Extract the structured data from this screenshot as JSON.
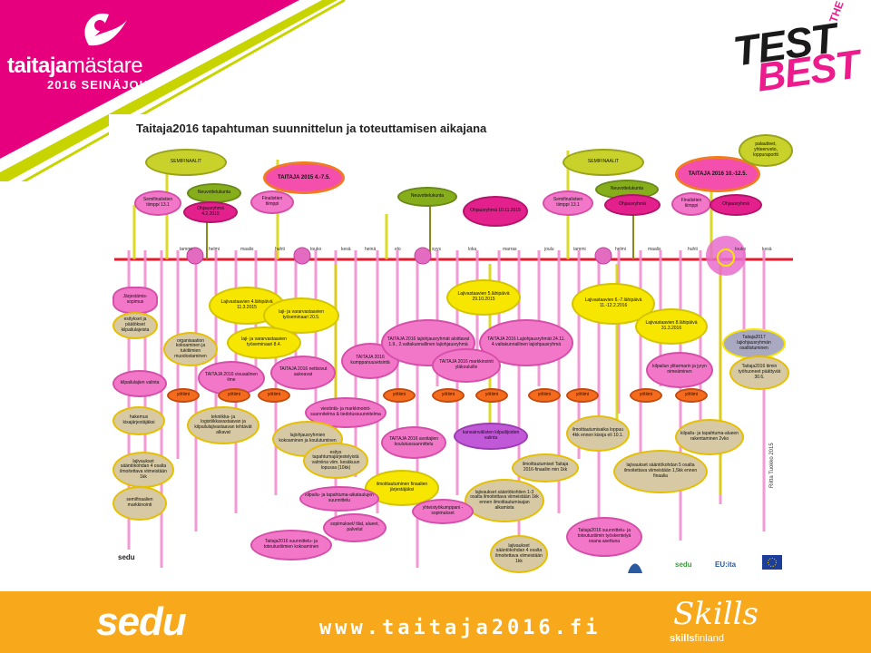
{
  "brand": {
    "name_part1": "taitaja",
    "name_part2": "mästare",
    "subtitle": "2016 SEINÄJOKI",
    "logo_test": "TEST",
    "logo_the": "THE",
    "logo_best": "BEST",
    "colors": {
      "magenta": "#e6007e",
      "lime": "#c8d400",
      "orange": "#f7a81b"
    }
  },
  "timeline": {
    "title": "Taitaja2016 tapahtuman suunnittelun ja toteuttamisen aikajana",
    "months": [
      "tammi",
      "helmi",
      "maalis",
      "huhti",
      "touko",
      "kesä",
      "heinä",
      "elo",
      "syys",
      "loka",
      "marras",
      "joulu",
      "tammi",
      "helmi",
      "maalis",
      "huhti",
      "touko",
      "kesä"
    ],
    "bubbles": {
      "semifinaalit1": "SEMIFINAALIT",
      "taitaja2015": "TAITAJA 2015 4.-7.5.",
      "semifinaalit2": "SEMIFINAALIT",
      "taitaja2016": "TAITAJA 2016 10.-12.5.",
      "palautteet": "palautteet, yhteenveto, loppuraportti",
      "semifinalistien_tiimi1": "Semifinalistien tiimppi 13.1",
      "neuvottelukunta1": "Neuvottelukunta",
      "ohjausryhma1": "Ohjausryhmä 4.2.2015",
      "finalistien_tiimi": "Finalistien tiimppi",
      "neuvottelukunta2": "Neuvottelukunta",
      "ohjausryhma2": "Ohjausryhmä 10.11.2015",
      "semifinalistien_tiimi2": "Semifinalistien tiimppi 13.1",
      "neuvottelukunta3": "Neuvottelukunta",
      "ohjausryhma3": "Ohjausryhmä",
      "finalistien_tiimi2": "Finalistien tiimppi",
      "ohjausryhma4": "Ohjausryhmä",
      "jarjestamissopimus": "Järjestämis-sopimus",
      "lajivastaavien4": "Lajivastaavien 4.lähipäivä 11.3.2015",
      "lajivastaavien5": "Lajivastaavien 5.lähipäivä 29.10.2015",
      "lajivastaavien6_7": "Lajivastaavien 6.-7.lähipäivä 11.-12.2.2016",
      "lajivastaavien8": "Lajivastaavien 8.lähipäivä 31.3.2016",
      "esitykset": "esitykset ja päätökset kilpailulajeista",
      "laji_seminaari": "laji- ja vararvastaavien työseminaari 20.5.",
      "organisaation": "organisaation kokoaminen ja tukitiimien muodostaminen",
      "vararvastaavien": "laji- ja vararvastaavien työseminaari 8.4.",
      "kumppanuuset": "TAITAJA 2016 kumppanuusetsintä",
      "ohjausryhmat_aloittavat": "TAITAJA 2016 lajiohjausryhmät aloittavat 1.9., 2.valtakunnallinen lajiohjausryhmä",
      "lajiohjausryhmat24": "TAITAJA 2016 Lajiohjausryhmät 24.11. 4.valtakunnallinen lajiohjausryhmä",
      "taitaja2017": "Taitaja2017 lajiohjausryhmän osallistuminen",
      "taitaja_visuaalinen": "TAITAJA 2016 visuaalinen ilme",
      "nettisivut": "TAITAJA 2016 nettisivut aukeavat",
      "markkinointi_ylakoulut": "TAITAJA 2016 markkinointi yläkouluille",
      "kilpailun_yleisohjelma": "kilpailun ylitarmarin ja jyryn nimeäminen",
      "tyohuoneet": "Taitaja2016 tiimin työhuoneet päättyvät 30.6.",
      "kilpailulajien_valinta": "kilpailulajien valinta",
      "yotiimi": "yötiimi",
      "tekniikka": "tekniikka- ja logistiikkavastaavan ja kilpailulajivastaavan tehtävät alkavat",
      "viestinta": "viestintä- ja markkinointi-suunnitelma & tiedotussuunnitelma",
      "hakemus": "hakemus kisajärjestäjäksi",
      "lajiryhmien_koulutus": "lajiohjausryhmien kokoaminen ja koulutuminen",
      "avoitajien": "TAITAJA 2016 avoitajien koulutussuunnittelu",
      "kansainvalisten": "kansainvälisten kilpailijoiden valinta",
      "ilmoittautumisaika": "ilmoittautumisaika loppuu 4kk ennen kisoja eli 10.1.",
      "tapahtuma_alue": "kilpailu- ja tapahtuma-alueen rakentaminen 2vko",
      "esitys": "esitys tapahtumajärjestelyistä valmiina viim. kesäkuun lopussa (10kk)",
      "lajivaukset4": "lajivaukset sääntökohdan 4 osalta ilmoitettava viimeistään 1kk",
      "ilmoittautumiset": "ilmoittautumiset Taitaja 2016-finaaliin min 1kk",
      "ilmoittautumisen_finaali": "ilmoittautuminen finaalien järjestäjäksi",
      "lajivaukset5": "lajivaukset sääntökohdan 5 osalta ilmoitettava viimeistään 1,5kk ennen finaalia",
      "semifinaalien": "semifinaalien markkinointi",
      "kilpailu_tapahtuma": "kilpailu- ja tapahtuma-aikataulujen suunnittelu",
      "lajivaukset1_3": "lajivaukset sääntökohtien 1-3 osalta ilmoitettava viimeistään 1kk ennen ilmoittautumisajan alkamista",
      "yhteistyo": "yhteistyökumppani -sopimukset",
      "sopimukset": "sopimukset/ tilat, alueet, palvelut",
      "suunnittelu_kokoaminen": "Taitaja2016 suunnittelu- ja toteutustiimien kokoaminen",
      "lajivaukset4b": "lajivaukset sääntökohdan 4 osalta ilmoitettava viimeistään 1kk",
      "tyokentta": "Taitaja2016 suunnittelu- ja toteutustiimin työskentelyä osana asettuna"
    },
    "credit": "Riitta Tuokko 2015",
    "footer_logos": {
      "sedu_small": "sedu",
      "sedu_right": "sedu",
      "euita": "EU:ita"
    }
  },
  "footer": {
    "sedu": "sedu",
    "url": "www.taitaja2016.fi",
    "skills": "Skills",
    "skills_sub_bold": "skills",
    "skills_sub_rest": "finland"
  }
}
